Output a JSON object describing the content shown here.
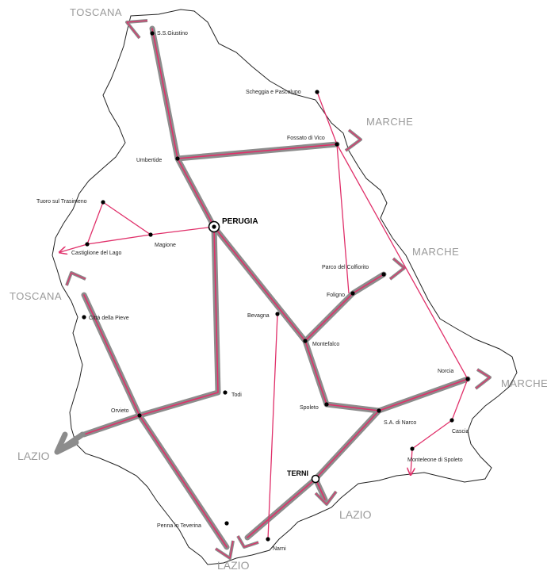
{
  "colors": {
    "border": "#222222",
    "road_fill": "#8c8c8c",
    "road_line": "#e0306a",
    "rail": "#e0306a",
    "region_text": "#9a9a9a",
    "node": "#000000"
  },
  "capital": {
    "name": "PERUGIA"
  },
  "cities": {
    "terni": "TERNI"
  },
  "towns": {
    "sangiustino": "S.S.Giustino",
    "scheggia": "Scheggia e Pascelupo",
    "fossato": "Fossato di Vico",
    "umbertide": "Umbertide",
    "tuoro": "Tuoro sul Trasimeno",
    "castiglione": "Castiglione del Lago",
    "magione": "Magione",
    "pieve": "Città della Pieve",
    "colfiorito": "Parco del Colfiorito",
    "foligno": "Foligno",
    "bevagna": "Bevagna",
    "montefalco": "Montefalco",
    "norcia": "Norcia",
    "orvieto": "Orvieto",
    "todi": "Todi",
    "spoleto": "Spoleto",
    "sanatolia": "S.A. di Narco",
    "cascia": "Cascia",
    "monteleone": "Monteleone di Spoleto",
    "penna": "Penna in Teverina",
    "narni": "Narni"
  },
  "regions": {
    "toscana_n": "TOSCANA",
    "toscana_w": "TOSCANA",
    "marche_1": "MARCHE",
    "marche_2": "MARCHE",
    "marche_3": "MARCHE",
    "lazio_w": "LAZIO",
    "lazio_s": "LAZIO",
    "lazio_e": "LAZIO"
  },
  "legend_icons": [
    "road-icon",
    "rail-icon",
    "capital-icon",
    "town-icon"
  ]
}
